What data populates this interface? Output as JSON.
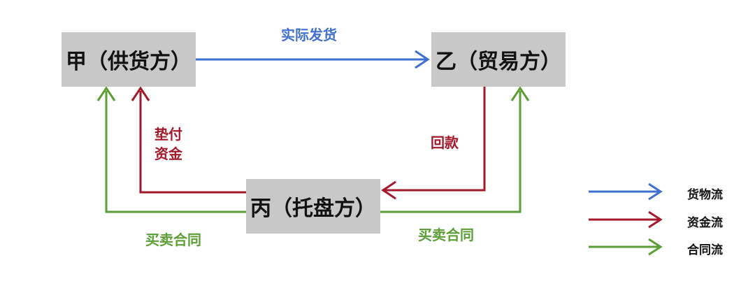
{
  "colors": {
    "goods": "#3f6fcf",
    "funds": "#a3192b",
    "contract": "#5a9e34",
    "box_fill": "#c8c8c8"
  },
  "nodes": {
    "supplier": "甲（供货方）",
    "trader": "乙（贸易方）",
    "underwriter": "丙（托盘方）"
  },
  "edges": {
    "shipment": "实际发货",
    "repayment": "回款",
    "advance_line1": "垫付",
    "advance_line2": "资金",
    "contract_left": "买卖合同",
    "contract_right": "买卖合同"
  },
  "legend": {
    "goods_flow": "货物流",
    "funds_flow": "资金流",
    "contract_flow": "合同流"
  }
}
